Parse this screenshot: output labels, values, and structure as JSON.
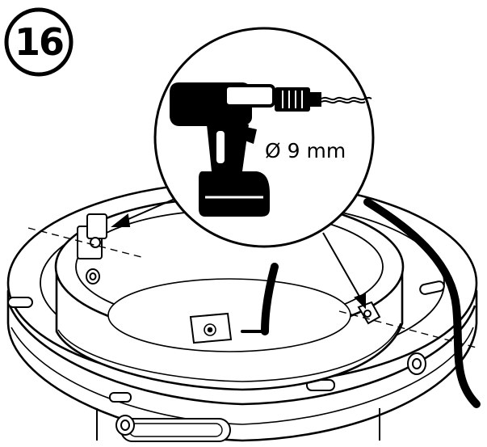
{
  "step": {
    "number": "16"
  },
  "callout": {
    "drill_bit_diameter": "Ø 9 mm"
  },
  "icons": {
    "step_badge": "step-number-circle",
    "drill": "power-drill-icon",
    "bit": "drill-bit-icon",
    "product": "dome-camera-base-ring",
    "cable": "power-cable",
    "clip": "cable-clip",
    "arrows": "insertion-arrow",
    "marking": "dashed-drill-axis"
  },
  "colors": {
    "ink": "#000000",
    "paper": "#ffffff"
  }
}
